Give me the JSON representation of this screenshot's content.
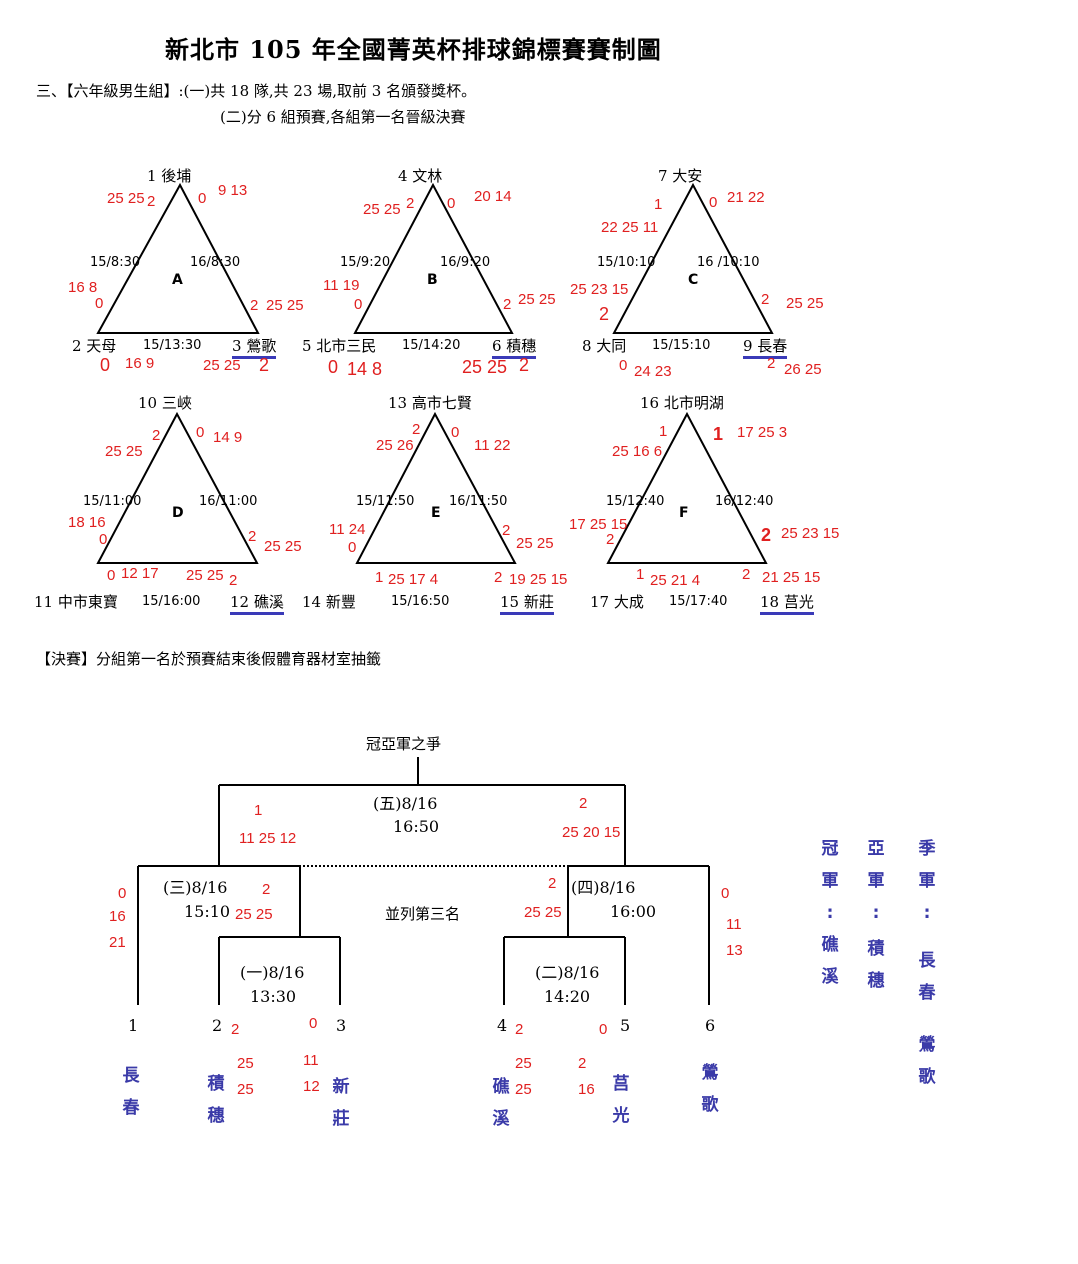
{
  "header": {
    "title": "新北市 105 年全國菁英杯排球錦標賽賽制圖",
    "line1": "三、【六年級男生組】:(一)共 18 隊,共 23 場,取前 3 名頒發獎杯。",
    "line2": "(二)分 6 組預賽,各組第一名晉級決賽"
  },
  "groups": [
    {
      "letter": "A",
      "top": "1 後埔",
      "left": "2 天母",
      "right": "3 鶯歌",
      "left_time": "15/8:30",
      "right_time": "16/8:30",
      "bottom_time": "15/13:30",
      "scores": {
        "top_left": "25 25",
        "top_left_sets": "2",
        "top_right_sets": "0",
        "top_right": "9 13",
        "left_upper": "16 8",
        "left_sets": "0",
        "right_sets": "2",
        "right_scores": "25 25",
        "bottom_left_sets": "0",
        "bottom_left": "16 9",
        "bottom_right": "25 25",
        "bottom_right_sets": "2"
      }
    },
    {
      "letter": "B",
      "top": "4 文林",
      "left": "5 北市三民",
      "right": "6 積穗",
      "left_time": "15/9:20",
      "right_time": "16/9:20",
      "bottom_time": "15/14:20",
      "scores": {
        "top_left": "25 25",
        "top_left_sets": "2",
        "top_right_sets": "0",
        "top_right": "20 14",
        "left_upper": "11 19",
        "left_sets": "0",
        "right_sets": "2",
        "right_scores": "25 25",
        "bottom_left_sets": "0",
        "bottom_left": "14 8",
        "bottom_right": "25 25",
        "bottom_right_sets": "2"
      }
    },
    {
      "letter": "C",
      "top": "7 大安",
      "left": "8 大同",
      "right": "9 長春",
      "left_time": "15/10:10",
      "right_time": "16 /10:10",
      "bottom_time": "15/15:10",
      "scores": {
        "top_left_sets": "1",
        "top_left": "22 25 11",
        "top_right_sets": "0",
        "top_right": "21 22",
        "left_upper": "25 23 15",
        "left_sets": "2",
        "right_sets": "2",
        "right_scores": "25 25",
        "bottom_left_sets": "0",
        "bottom_left": "24 23",
        "bottom_right_sets": "2",
        "bottom_right": "26 25"
      }
    },
    {
      "letter": "D",
      "top": "10 三峽",
      "left": "11 中市東寶",
      "right": "12 礁溪",
      "left_time": "15/11:00",
      "right_time": "16/11:00",
      "bottom_time": "15/16:00",
      "scores": {
        "top_left": "25 25",
        "top_left_sets": "2",
        "top_right_sets": "0",
        "top_right": "14 9",
        "left_upper": "18 16",
        "left_sets": "0",
        "right_sets": "2",
        "right_scores": "25 25",
        "bottom_left_sets": "0",
        "bottom_left": "12 17",
        "bottom_right": "25 25",
        "bottom_right_sets": "2"
      }
    },
    {
      "letter": "E",
      "top": "13 高市七賢",
      "left": "14 新豐",
      "right": "15 新莊",
      "left_time": "15/11:50",
      "right_time": "16/11:50",
      "bottom_time": "15/16:50",
      "scores": {
        "top_left": "25 26",
        "top_left_sets": "2",
        "top_right_sets": "0",
        "top_right": "11 22",
        "left_upper": "11 24",
        "left_sets": "0",
        "right_sets": "2",
        "right_scores": "25 25",
        "bottom_left_sets": "1",
        "bottom_left": "25 17 4",
        "bottom_right_sets": "2",
        "bottom_right": "19 25 15"
      }
    },
    {
      "letter": "F",
      "top": "16 北市明湖",
      "left": "17 大成",
      "right": "18 莒光",
      "left_time": "15/12:40",
      "right_time": "16/12:40",
      "bottom_time": "15/17:40",
      "scores": {
        "top_left_sets": "1",
        "top_left": "25 16 6",
        "top_right_sets": "1",
        "top_right": "17 25 3",
        "left_upper": "17 25 15",
        "left_sets": "2",
        "right_sets": "2",
        "right_scores": "25 23 15",
        "bottom_left_sets": "1",
        "bottom_left": "25 21 4",
        "bottom_right_sets": "2",
        "bottom_right": "21 25 15"
      }
    }
  ],
  "finals": {
    "note": "【決賽】分組第一名於預賽結束後假體育器材室抽籤",
    "championship_label": "冠亞軍之爭",
    "third_label": "並列第三名",
    "matches": {
      "m1": {
        "label": "(一)8/16",
        "time": "13:30",
        "left_sets": "2",
        "left_scores": [
          "25",
          "25"
        ],
        "right_sets": "0",
        "right_scores": [
          "11",
          "12"
        ]
      },
      "m2": {
        "label": "(二)8/16",
        "time": "14:20",
        "left_sets": "2",
        "left_scores": [
          "25",
          "25"
        ],
        "right_sets": "0",
        "right_scores": [
          "2",
          "16"
        ]
      },
      "m3": {
        "label": "(三)8/16",
        "time": "15:10",
        "left_sets": "0",
        "left_scores": [
          "16",
          "21"
        ],
        "right_sets": "2",
        "right_scores": "25 25"
      },
      "m4": {
        "label": "(四)8/16",
        "time": "16:00",
        "left_sets": "2",
        "left_scores": "25 25",
        "right_sets": "0",
        "right_scores": [
          "11",
          "13"
        ]
      },
      "m5": {
        "label": "(五)8/16",
        "time": "16:50",
        "left_sets": "1",
        "left_scores": "11 25 12",
        "right_sets": "2",
        "right_scores": "25 20 15"
      }
    },
    "slots": [
      {
        "num": "1",
        "team": [
          "長",
          "春"
        ]
      },
      {
        "num": "2",
        "team": [
          "積",
          "穗"
        ]
      },
      {
        "num": "3",
        "team": [
          "新",
          "莊"
        ]
      },
      {
        "num": "4",
        "team": [
          "礁",
          "溪"
        ]
      },
      {
        "num": "5",
        "team": [
          "莒",
          "光"
        ]
      },
      {
        "num": "6",
        "team": [
          "鶯",
          "歌"
        ]
      }
    ],
    "results": [
      {
        "title": [
          "冠",
          "軍",
          ":"
        ],
        "team": [
          "礁",
          "溪"
        ]
      },
      {
        "title": [
          "亞",
          "軍",
          ":"
        ],
        "team": [
          "積",
          "穗"
        ]
      },
      {
        "title": [
          "季",
          "軍",
          ":"
        ],
        "team": [
          "長",
          "春",
          "鶯",
          "歌"
        ]
      }
    ]
  },
  "colors": {
    "score_red": "#e02020",
    "team_blue": "#3a3aa8",
    "underline_blue": "#3a3ab8"
  }
}
